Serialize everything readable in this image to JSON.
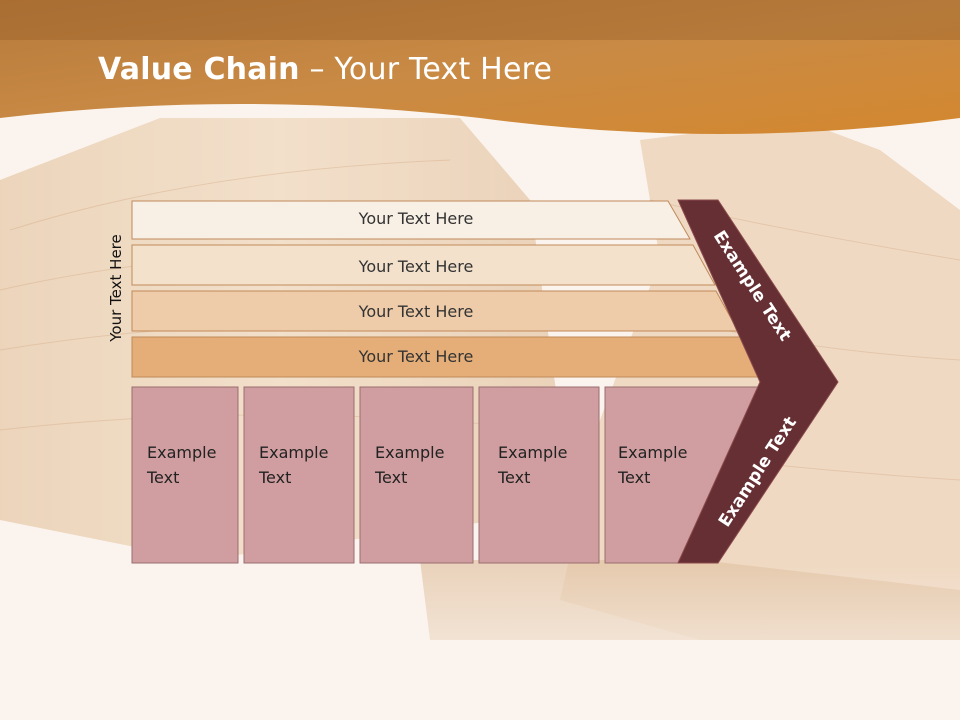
{
  "slide": {
    "title_bold": "Value Chain",
    "title_rest": " – Your Text Here",
    "side_label": "Your Text Here",
    "rows": [
      {
        "label": "Your Text Here",
        "color": "#f8efe5"
      },
      {
        "label": "Your Text Here",
        "color": "#f3e1cc"
      },
      {
        "label": "Your Text Here",
        "color": "#eecba9"
      },
      {
        "label": "Your Text Here",
        "color": "#e5ae78"
      }
    ],
    "cells": [
      {
        "line1": "Example",
        "line2": "Text"
      },
      {
        "line1": "Example",
        "line2": "Text"
      },
      {
        "line1": "Example",
        "line2": "Text"
      },
      {
        "line1": "Example",
        "line2": "Text"
      },
      {
        "line1": "Example",
        "line2": "Text"
      }
    ],
    "chevron_top": "Example Text",
    "chevron_bottom": "Example Text"
  },
  "colors": {
    "header_start": "#9a5a1e",
    "header_end": "#d98a2c",
    "cell_fill": "#d09ea0",
    "chevron_fill": "#662f33"
  }
}
